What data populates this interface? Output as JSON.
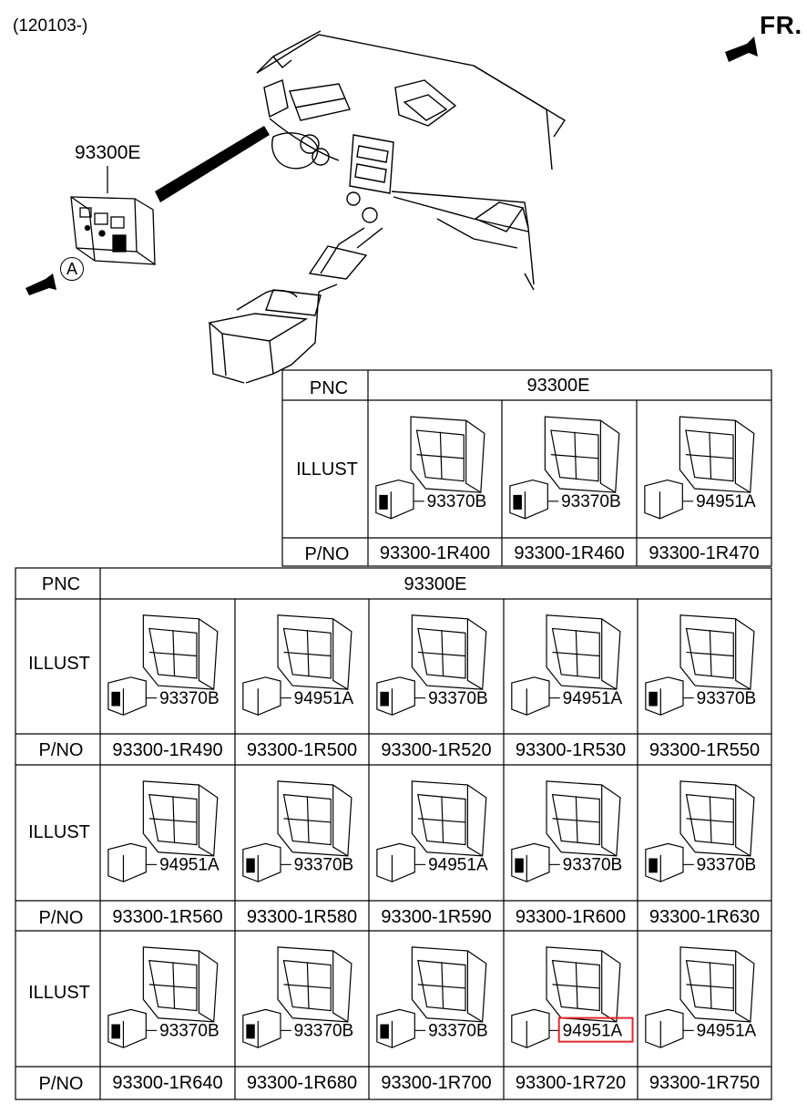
{
  "diagram": {
    "date_code": "(120103-)",
    "front_label": "FR.",
    "main_pnc": "93300E",
    "view_label": "A",
    "row_labels": {
      "pnc": "PNC",
      "illust": "ILLUST",
      "pno": "P/NO"
    }
  },
  "tables": {
    "top": {
      "pnc_value": "93300E",
      "parts": [
        {
          "pno": "93300-1R400",
          "sub_pnc": "93370B",
          "variant": "usb"
        },
        {
          "pno": "93300-1R460",
          "sub_pnc": "93370B",
          "variant": "usb"
        },
        {
          "pno": "93300-1R470",
          "sub_pnc": "94951A",
          "variant": "blank"
        }
      ]
    },
    "bottom": {
      "pnc_value": "93300E",
      "rows": [
        [
          {
            "pno": "93300-1R490",
            "sub_pnc": "93370B",
            "variant": "usb"
          },
          {
            "pno": "93300-1R500",
            "sub_pnc": "94951A",
            "variant": "blank"
          },
          {
            "pno": "93300-1R520",
            "sub_pnc": "93370B",
            "variant": "usb"
          },
          {
            "pno": "93300-1R530",
            "sub_pnc": "94951A",
            "variant": "blank"
          },
          {
            "pno": "93300-1R550",
            "sub_pnc": "93370B",
            "variant": "usb"
          }
        ],
        [
          {
            "pno": "93300-1R560",
            "sub_pnc": "94951A",
            "variant": "blank"
          },
          {
            "pno": "93300-1R580",
            "sub_pnc": "93370B",
            "variant": "usb"
          },
          {
            "pno": "93300-1R590",
            "sub_pnc": "94951A",
            "variant": "blank"
          },
          {
            "pno": "93300-1R600",
            "sub_pnc": "93370B",
            "variant": "usb"
          },
          {
            "pno": "93300-1R630",
            "sub_pnc": "93370B",
            "variant": "usb"
          }
        ],
        [
          {
            "pno": "93300-1R640",
            "sub_pnc": "93370B",
            "variant": "usb"
          },
          {
            "pno": "93300-1R680",
            "sub_pnc": "93370B",
            "variant": "usb"
          },
          {
            "pno": "93300-1R700",
            "sub_pnc": "93370B",
            "variant": "usb"
          },
          {
            "pno": "93300-1R720",
            "sub_pnc": "94951A",
            "variant": "blank",
            "highlighted": true
          },
          {
            "pno": "93300-1R750",
            "sub_pnc": "94951A",
            "variant": "blank"
          }
        ]
      ]
    }
  },
  "colors": {
    "highlight": "#e0282e",
    "line": "#000000"
  }
}
